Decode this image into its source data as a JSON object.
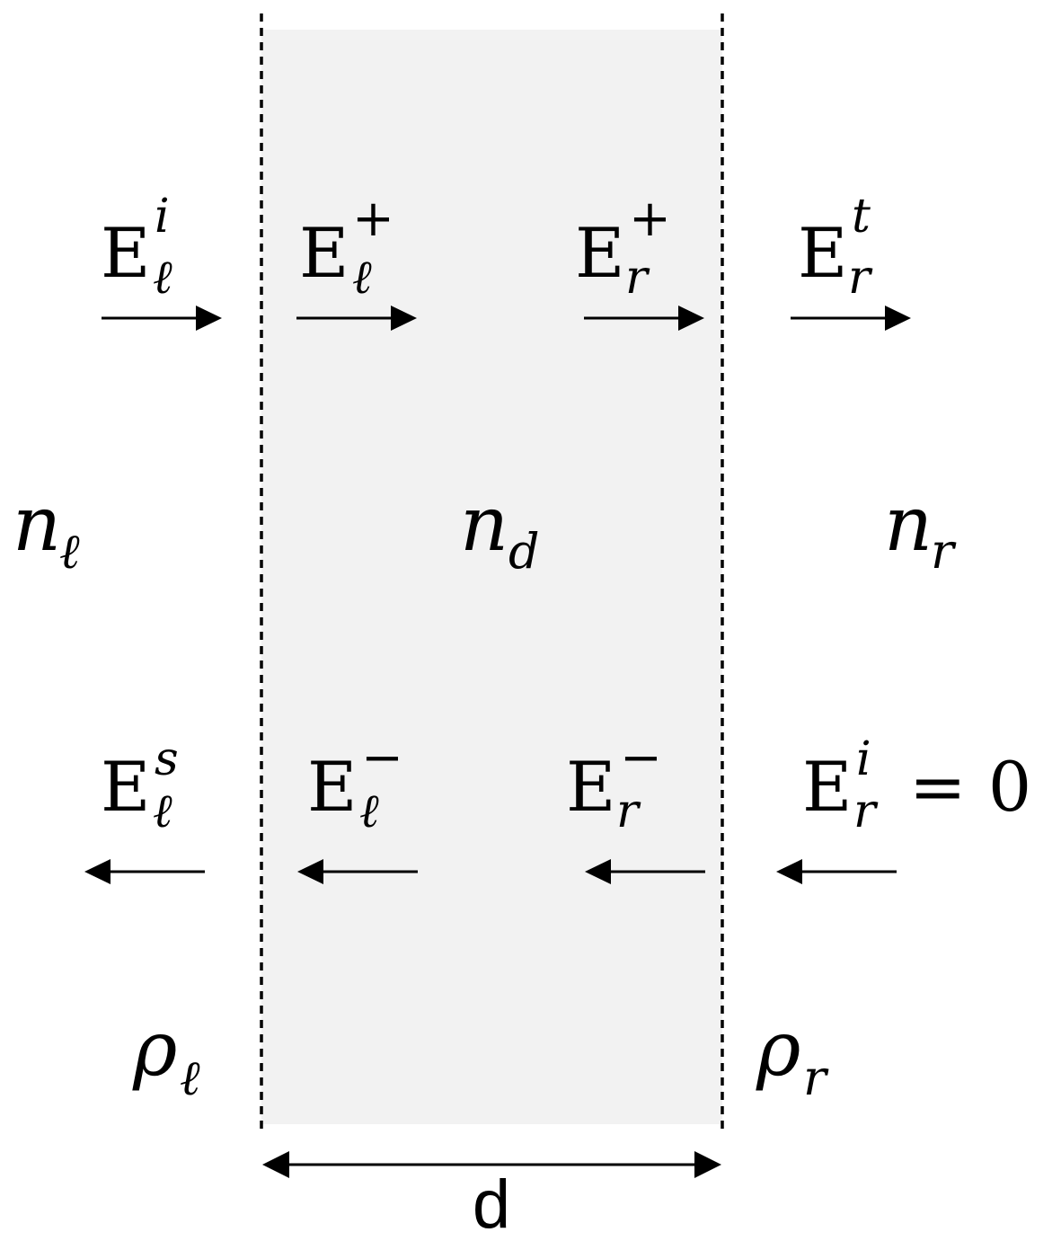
{
  "colors": {
    "slab_fill": "#f2f2f2",
    "line": "#000000",
    "background": "#ffffff"
  },
  "forward_waves": [
    {
      "base": "E",
      "sup": "i",
      "sub": "ℓ"
    },
    {
      "base": "E",
      "sup": "+",
      "sub": "ℓ"
    },
    {
      "base": "E",
      "sup": "+",
      "sub": "r"
    },
    {
      "base": "E",
      "sup": "t",
      "sub": "r"
    }
  ],
  "backward_waves": [
    {
      "base": "E",
      "sup": "s",
      "sub": "ℓ"
    },
    {
      "base": "E",
      "sup": "−",
      "sub": "ℓ"
    },
    {
      "base": "E",
      "sup": "−",
      "sub": "r"
    },
    {
      "base": "E",
      "sup": "i",
      "sub": "r",
      "suffix": "= 0"
    }
  ],
  "indices": [
    {
      "symbol": "n",
      "sub": "ℓ"
    },
    {
      "symbol": "n",
      "sub": "d"
    },
    {
      "symbol": "n",
      "sub": "r"
    }
  ],
  "reflectivities": [
    {
      "symbol": "ρ",
      "sub": "ℓ"
    },
    {
      "symbol": "ρ",
      "sub": "r"
    }
  ],
  "thickness_label": "d"
}
